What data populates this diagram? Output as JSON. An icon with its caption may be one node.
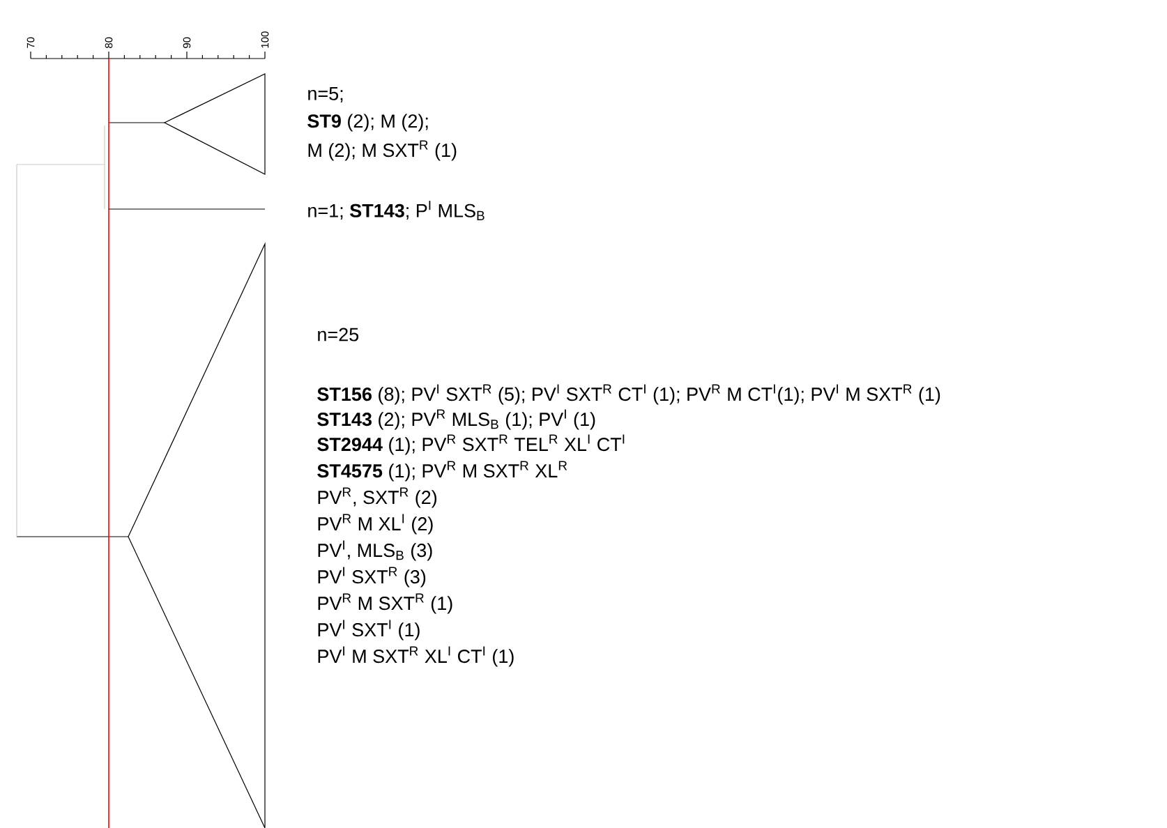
{
  "diagram": {
    "nodes": [
      {
        "text": [],
        "shape": "triangle",
        "beside": [
          "n=5;",
          "**ST9** (2); M (2);",
          "M (2); M SXT$^{R}$ (1)"
        ]
      },
      {
        "text": [],
        "shape": "line",
        "beside": [
          "n=1;  **ST143**;  P$^{I}$ MLS$_{B}$"
        ]
      },
      {
        "text": [],
        "shape": "triangle",
        "beside": [
          "n=25",
          "**ST156** (8); PV$^{I}$ SXT$^{R}$ (5); PV$^{I}$ SXT$^{R}$ CT$^{I}$ (1); PV$^{R}$ M CT$^{I}$(1); PV$^{I}$ M SXT$^{R}$ (1)",
          "**ST143** (2); PV$^{R}$ MLS$_{B}$ (1); PV$^{I}$ (1)",
          "**ST2944** (1); PV$^{R}$ SXT$^{R}$ TEL$^{R}$ XL$^{I}$ CT$^{I}$",
          "**ST4575** (1); PV$^{R}$ M SXT$^{R}$ XL$^{R}$",
          "PV$^{R}$, SXT$^{R}$ (2)",
          "PV$^{R}$ M XL$^{I}$ (2)",
          "PV$^{I}$, MLS$_{B}$ (3)",
          "PV$^{I}$ SXT$^{R}$ (3)",
          "PV$^{R}$ M SXT$^{R}$ (1)",
          "PV$^{I}$ SXT$^{I}$ (1)",
          "PV$^{I}$ M SXT$^{R}$ XL$^{I}$ CT$^{I}$ (1)"
        ]
      }
    ],
    "labels": [
      "70",
      "80",
      "90",
      "100"
    ]
  }
}
